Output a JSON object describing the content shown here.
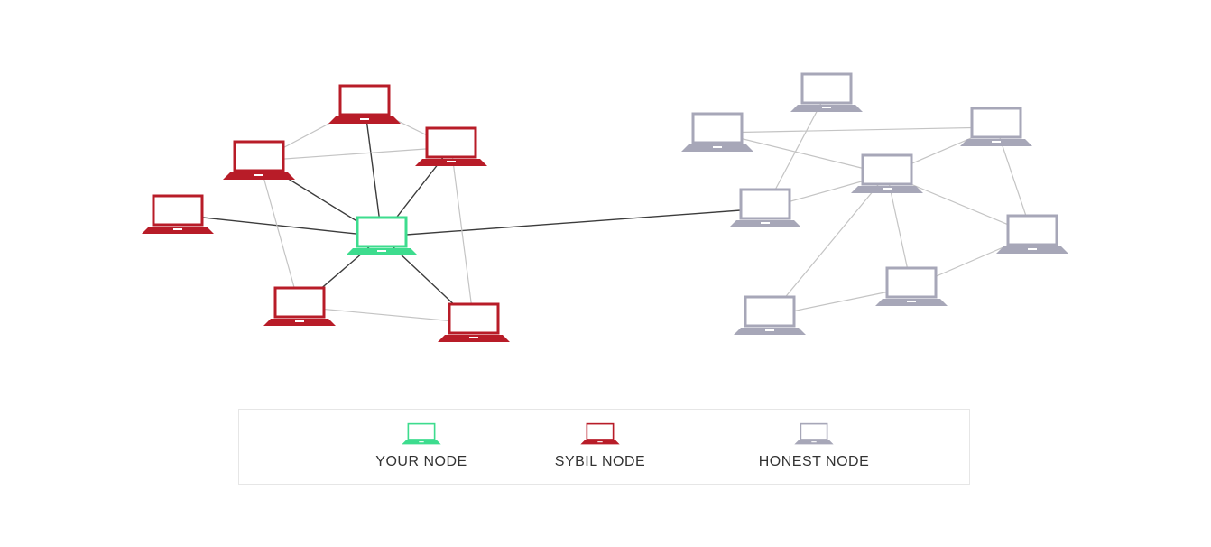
{
  "colors": {
    "your_node": "#3ddc8e",
    "sybil_node": "#b81c28",
    "honest_node": "#a7a7b8",
    "edge_dark": "#3c3c3c",
    "edge_light": "#c4c4c4",
    "screen_fill": "#ffffff"
  },
  "legend": {
    "your_node_label": "YOUR NODE",
    "sybil_node_label": "SYBIL NODE",
    "honest_node_label": "HONEST NODE"
  },
  "icons": {
    "node": "laptop-icon"
  },
  "nodes": [
    {
      "id": "you",
      "kind": "your_node"
    },
    {
      "id": "s1",
      "kind": "sybil_node"
    },
    {
      "id": "s2",
      "kind": "sybil_node"
    },
    {
      "id": "s3",
      "kind": "sybil_node"
    },
    {
      "id": "s4",
      "kind": "sybil_node"
    },
    {
      "id": "s5",
      "kind": "sybil_node"
    },
    {
      "id": "s6",
      "kind": "sybil_node"
    },
    {
      "id": "h1",
      "kind": "honest_node"
    },
    {
      "id": "h2",
      "kind": "honest_node"
    },
    {
      "id": "h3",
      "kind": "honest_node"
    },
    {
      "id": "h4",
      "kind": "honest_node"
    },
    {
      "id": "h5",
      "kind": "honest_node"
    },
    {
      "id": "h6",
      "kind": "honest_node"
    },
    {
      "id": "h7",
      "kind": "honest_node"
    },
    {
      "id": "h8",
      "kind": "honest_node"
    }
  ],
  "edges": [
    {
      "from": "you",
      "to": "s1",
      "style": "dark"
    },
    {
      "from": "you",
      "to": "s2",
      "style": "dark"
    },
    {
      "from": "you",
      "to": "s3",
      "style": "dark"
    },
    {
      "from": "you",
      "to": "s4",
      "style": "dark"
    },
    {
      "from": "you",
      "to": "s5",
      "style": "dark"
    },
    {
      "from": "you",
      "to": "s6",
      "style": "dark"
    },
    {
      "from": "you",
      "to": "h2",
      "style": "dark"
    },
    {
      "from": "s2",
      "to": "s1",
      "style": "light"
    },
    {
      "from": "s1",
      "to": "s3",
      "style": "light"
    },
    {
      "from": "s2",
      "to": "s3",
      "style": "light"
    },
    {
      "from": "s2",
      "to": "s5",
      "style": "light"
    },
    {
      "from": "s3",
      "to": "s6",
      "style": "light"
    },
    {
      "from": "s5",
      "to": "s6",
      "style": "light"
    },
    {
      "from": "h1",
      "to": "h2",
      "style": "light"
    },
    {
      "from": "h2",
      "to": "h4",
      "style": "light"
    },
    {
      "from": "h3",
      "to": "h4",
      "style": "light"
    },
    {
      "from": "h3",
      "to": "h5",
      "style": "light"
    },
    {
      "from": "h4",
      "to": "h5",
      "style": "light"
    },
    {
      "from": "h4",
      "to": "h6",
      "style": "light"
    },
    {
      "from": "h4",
      "to": "h7",
      "style": "light"
    },
    {
      "from": "h4",
      "to": "h8",
      "style": "light"
    },
    {
      "from": "h5",
      "to": "h6",
      "style": "light"
    },
    {
      "from": "h6",
      "to": "h7",
      "style": "light"
    },
    {
      "from": "h7",
      "to": "h8",
      "style": "light"
    }
  ]
}
